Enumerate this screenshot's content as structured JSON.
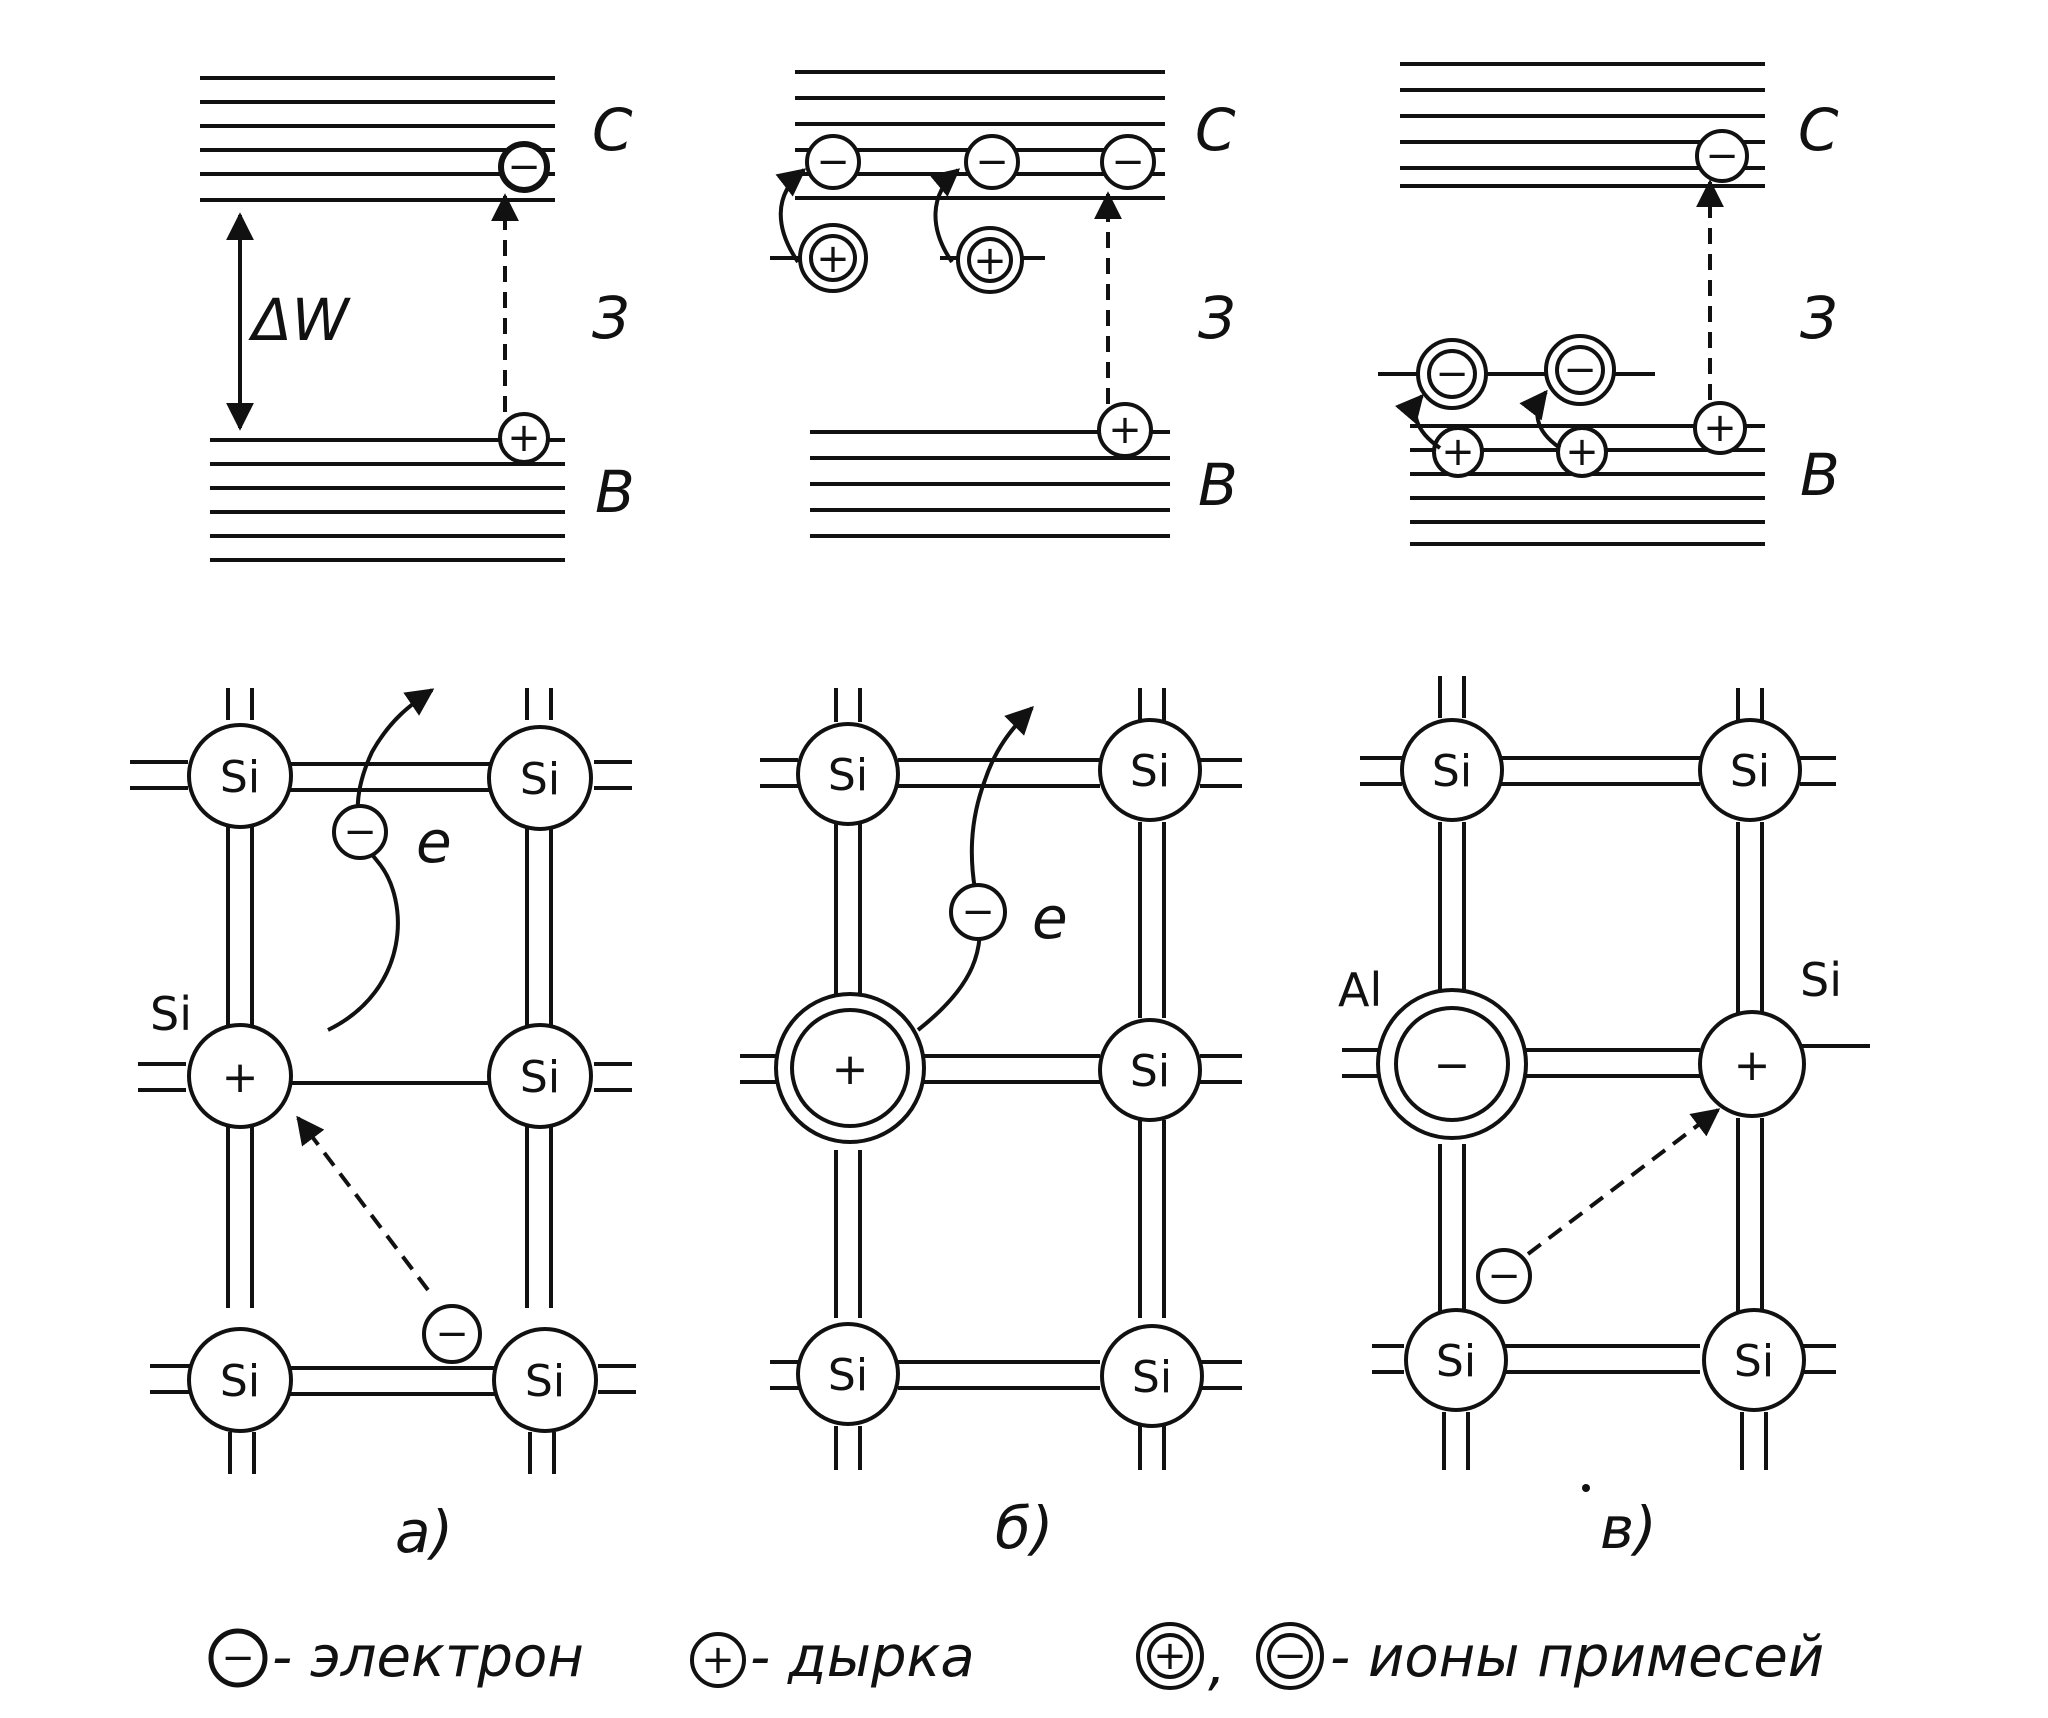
{
  "band_labels": {
    "conduction": "C",
    "forbidden": "З",
    "valence": "B",
    "gap": "ΔW"
  },
  "signs": {
    "minus": "−",
    "plus": "+"
  },
  "atoms": {
    "si": "Si",
    "al": "Al"
  },
  "electron_label": "e",
  "panel_labels": [
    "а)",
    "б)",
    "в)"
  ],
  "legend": {
    "electron": "- электрон",
    "hole": "- дырка",
    "comma": ",",
    "impurity_ions": "- ионы примесей"
  },
  "colors": {
    "ink": "#111111",
    "background": "#ffffff"
  }
}
